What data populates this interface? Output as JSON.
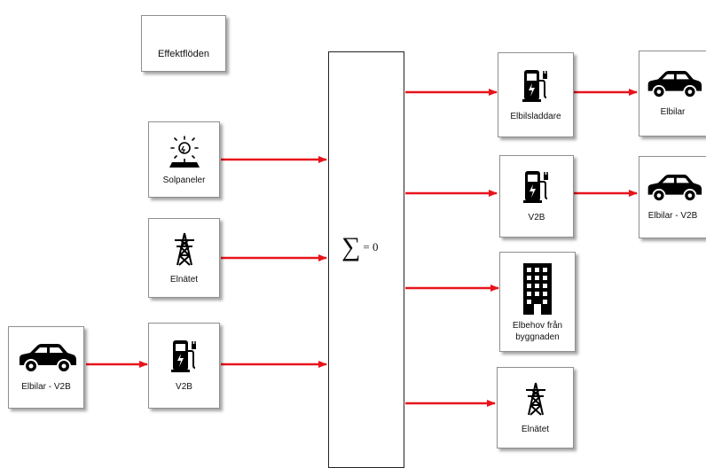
{
  "legend": {
    "label": "Effektflöden"
  },
  "center": {
    "symbol": "∑",
    "equation": "= 0"
  },
  "inputs": {
    "solar": "Solpaneler",
    "grid": "Elnätet",
    "ev_source": "Elbilar - V2B",
    "v2b": "V2B"
  },
  "outputs": {
    "charger": "Elbilsladdare",
    "cars": "Elbilar",
    "v2b": "V2B",
    "cars_v2b": "Elbilar - V2B",
    "building": "Elbehov från byggnaden",
    "grid": "Elnätet"
  },
  "colors": {
    "arrow": "#e8141c",
    "icon": "#000000"
  }
}
